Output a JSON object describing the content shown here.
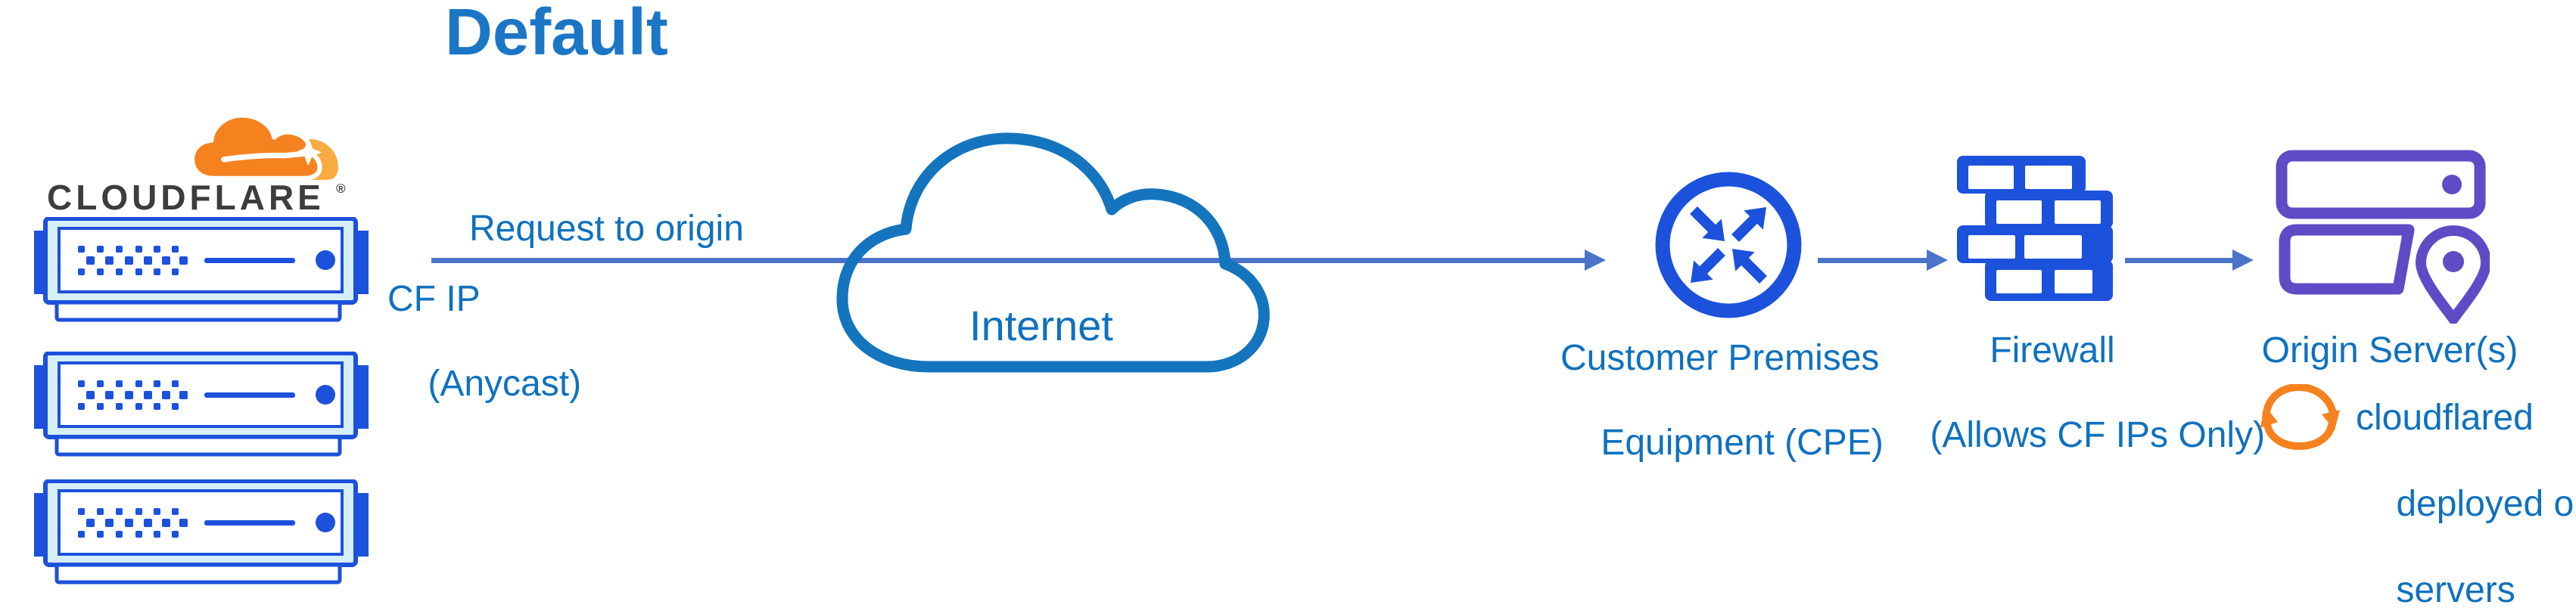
{
  "title": "Default",
  "cloudflare": {
    "wordmark": "CLOUDFLARE",
    "registered_mark": "®"
  },
  "flow": {
    "request_label": "Request to origin",
    "cf_ip_line1": "CF IP",
    "cf_ip_line2": "(Anycast)"
  },
  "internet": {
    "label": "Internet"
  },
  "cpe": {
    "label_line1": "Customer Premises",
    "label_line2": "Equipment (CPE)"
  },
  "firewall": {
    "label_line1": "Firewall",
    "label_line2": "(Allows CF IPs Only)"
  },
  "origin": {
    "label": "Origin Server(s)"
  },
  "cloudflared": {
    "line1": "cloudflared",
    "line2": "deployed on",
    "line3": "servers"
  },
  "icons": {
    "cloudflare_logo": "cloudflare-cloud-logo",
    "edge_servers": "server-rack-icon-x3",
    "internet": "cloud-outline-icon",
    "cpe": "router-arrows-circle-icon",
    "firewall": "brick-wall-icon",
    "origin_servers": "stacked-servers-location-pin-icon",
    "cloudflared": "sync-arrows-icon"
  },
  "colors": {
    "label_blue": "#0E71BF",
    "title_blue": "#1B76C6",
    "connector_blue": "#4B74C9",
    "icon_royal_blue": "#1C51DB",
    "server_fill_cyan": "#D6EEF7",
    "internet_cloud_blue": "#1474BE",
    "origin_purple": "#5E4CC6",
    "cloudflare_orange": "#F6821F",
    "cloudflare_orange_light": "#F9AB41",
    "wordmark_dark": "#3D3D3F"
  }
}
